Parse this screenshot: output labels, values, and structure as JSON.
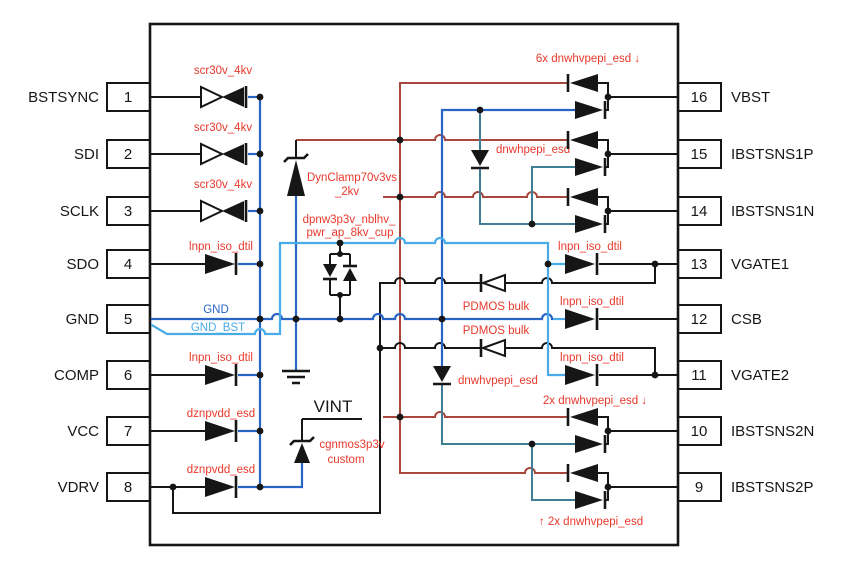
{
  "diagram_type": "esd-protection-pin-schematic",
  "pins_left": [
    {
      "number": "1",
      "name": "BSTSYNC",
      "device": "scr30v_4kv"
    },
    {
      "number": "2",
      "name": "SDI",
      "device": "scr30v_4kv"
    },
    {
      "number": "3",
      "name": "SCLK",
      "device": "scr30v_4kv"
    },
    {
      "number": "4",
      "name": "SDO",
      "device": "lnpn_iso_dtil"
    },
    {
      "number": "5",
      "name": "GND",
      "device": ""
    },
    {
      "number": "6",
      "name": "COMP",
      "device": "lnpn_iso_dtil"
    },
    {
      "number": "7",
      "name": "VCC",
      "device": "dznpvdd_esd"
    },
    {
      "number": "8",
      "name": "VDRV",
      "device": "dznpvdd_esd"
    }
  ],
  "pins_right": [
    {
      "number": "16",
      "name": "VBST",
      "device": ""
    },
    {
      "number": "15",
      "name": "IBSTSNS1P",
      "device": ""
    },
    {
      "number": "14",
      "name": "IBSTSNS1N",
      "device": ""
    },
    {
      "number": "13",
      "name": "VGATE1",
      "device": "lnpn_iso_dtil"
    },
    {
      "number": "12",
      "name": "CSB",
      "device": "lnpn_iso_dtil"
    },
    {
      "number": "11",
      "name": "VGATE2",
      "device": "lnpn_iso_dtil"
    },
    {
      "number": "10",
      "name": "IBSTSNS2N",
      "device": ""
    },
    {
      "number": "9",
      "name": "IBSTSNS2P",
      "device": ""
    }
  ],
  "net_labels": {
    "gnd": "GND",
    "gnd_bst": "GND_BST",
    "vint": "VINT"
  },
  "device_labels": {
    "esd_6x": "6x dnwhvpepi_esd ↓",
    "dnwhpepi": "dnwhpepi_esd",
    "dynclamp_l1": "DynClamp70v3vs",
    "dynclamp_l2": "_2kv",
    "dpnw_l1": "dpnw3p3v_nblhv_",
    "dpnw_l2": "pwr_ap_8kv_cup",
    "pdmos_top": "PDMOS bulk",
    "pdmos_bottom": "PDMOS bulk",
    "dnwhvpepi_center": "dnwhvpepi_esd",
    "esd_2x_top": "2x dnwhvpepi_esd ↓",
    "esd_2x_bottom": "↑ 2x dnwhvpepi_esd",
    "cgnmos_l1": "cgnmos3p3v",
    "cgnmos_l2": "custom"
  },
  "colors": {
    "wire_red": "#a8473b",
    "label_red": "#e8392c",
    "gnd_blue": "#2a65c6",
    "gnd_bst_light_blue": "#49ace8",
    "sense_teal": "#3f7f96",
    "black": "#161616"
  }
}
